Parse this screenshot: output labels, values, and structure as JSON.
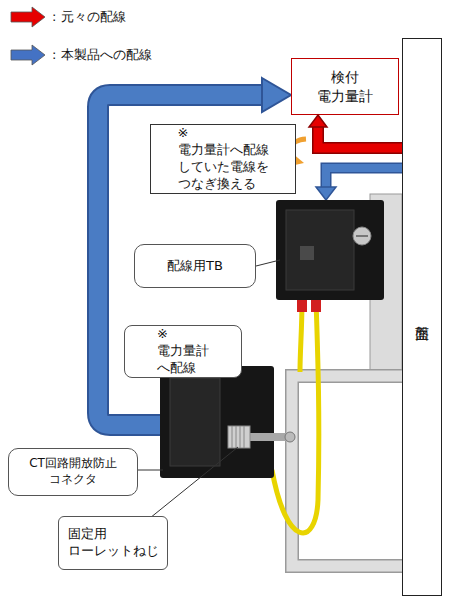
{
  "diagram": {
    "nodes": [
      {
        "text": [
          "検付 電力量計"
        ]
      },
      {
        "text": [
          "※電力量計へ配線 していた電線を つなぎ換える"
        ]
      },
      {
        "text": [
          "配線用TB"
        ]
      },
      {
        "text": [
          "※電力量計 へ配線"
        ]
      },
      {
        "text": [
          "CT回路開放防止 コネクタ"
        ]
      },
      {
        "text": [
          "固定用 ローレットねじ"
        ]
      },
      {
        "text": [
          "盤面"
        ]
      }
    ],
    "edges": [
      {
        "from": 6,
        "to": 0,
        "arrow": "to"
      }
    ],
    "legend": [
      {
        "text": ": 元々の配線",
        "color": "#e60000"
      },
      {
        "text": ": 本製品への配線",
        "color": "#4472c4"
      }
    ]
  }
}
